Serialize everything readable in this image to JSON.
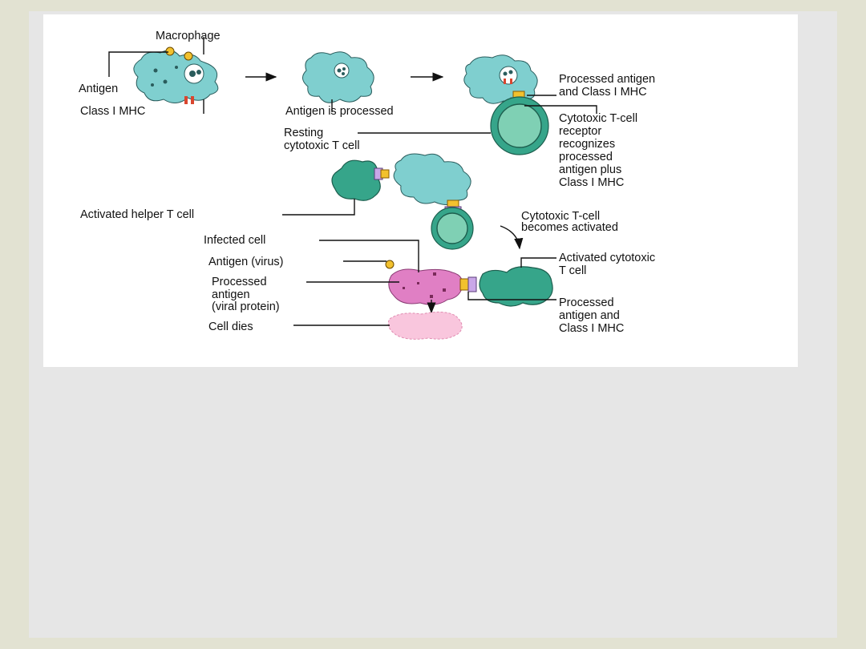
{
  "labels": {
    "macrophage": "Macrophage",
    "antigen": "Antigen",
    "class_mhc": "Class I MHC",
    "antigen_processed": "Antigen is processed",
    "processed_antigen_mhc": [
      "Processed antigen",
      "and Class I MHC"
    ],
    "resting_t_cell": [
      "Resting",
      "cytotoxic T cell"
    ],
    "receptor_recognizes": [
      "Cytotoxic T-cell",
      "receptor",
      "recognizes",
      "processed",
      "antigen plus",
      "Class I MHC"
    ],
    "activated_helper": "Activated helper T cell",
    "t_cell_activated": [
      "Cytotoxic T-cell",
      "becomes activated"
    ],
    "infected_cell": "Infected cell",
    "antigen_virus": "Antigen (virus)",
    "processed_viral": [
      "Processed",
      "antigen",
      "(viral protein)"
    ],
    "activated_cytotoxic": [
      "Activated cytotoxic",
      "T cell"
    ],
    "processed_antigen_mhc_2": [
      "Processed",
      "antigen and",
      "Class I MHC"
    ],
    "cell_dies": "Cell dies"
  },
  "colors": {
    "macrophage": "#7fcfcf",
    "t_cell": "#36a58a",
    "infected_cell": "#e07fc4",
    "dead_cell": "#f9c6dd",
    "antigen": "#f2c12e"
  }
}
